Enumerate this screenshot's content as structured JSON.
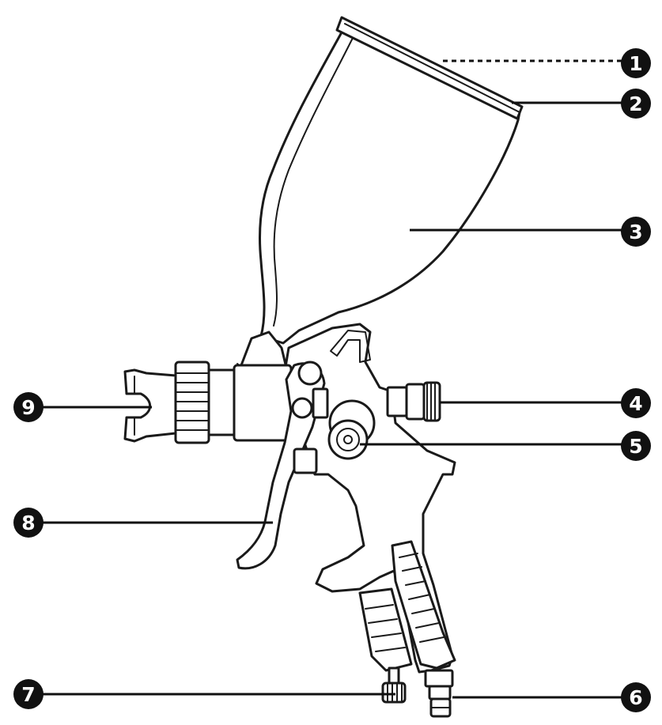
{
  "diagram": {
    "subject": "spray-gun",
    "callouts": [
      {
        "id": "c1",
        "label": "1",
        "part": "cup-lid",
        "leader_style": "dashed"
      },
      {
        "id": "c2",
        "label": "2",
        "part": "cup-rim",
        "leader_style": "solid"
      },
      {
        "id": "c3",
        "label": "3",
        "part": "paint-cup",
        "leader_style": "solid"
      },
      {
        "id": "c4",
        "label": "4",
        "part": "spray-width-adjuster",
        "leader_style": "solid"
      },
      {
        "id": "c5",
        "label": "5",
        "part": "fluid-control-knob",
        "leader_style": "solid"
      },
      {
        "id": "c6",
        "label": "6",
        "part": "air-inlet",
        "leader_style": "solid"
      },
      {
        "id": "c7",
        "label": "7",
        "part": "air-pressure-regulator",
        "leader_style": "solid"
      },
      {
        "id": "c8",
        "label": "8",
        "part": "trigger",
        "leader_style": "solid"
      },
      {
        "id": "c9",
        "label": "9",
        "part": "air-cap-nozzle",
        "leader_style": "solid"
      }
    ]
  },
  "colors": {
    "ink": "#1a1a1a",
    "background": "#ffffff",
    "callout_fill": "#111111",
    "callout_text": "#ffffff"
  }
}
